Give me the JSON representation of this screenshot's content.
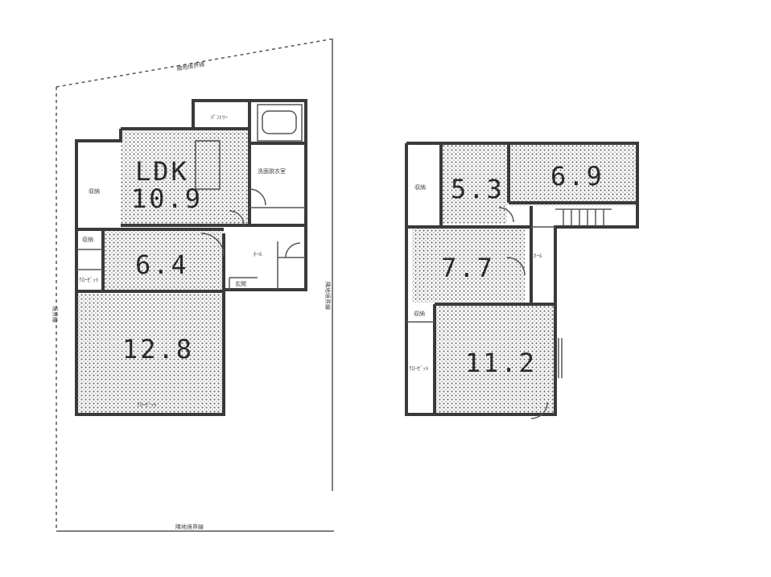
{
  "floor_plan": {
    "floor1": {
      "rooms": [
        {
          "id": "ldk",
          "label_top": "LDK",
          "label_area": "10.9"
        },
        {
          "id": "r64",
          "label_area": "6.4"
        },
        {
          "id": "r128",
          "label_area": "12.8"
        }
      ]
    },
    "floor2": {
      "rooms": [
        {
          "id": "r53",
          "label_area": "5.3"
        },
        {
          "id": "r69",
          "label_area": "6.9"
        },
        {
          "id": "r77",
          "label_area": "7.7"
        },
        {
          "id": "r112",
          "label_area": "11.2"
        }
      ]
    }
  }
}
